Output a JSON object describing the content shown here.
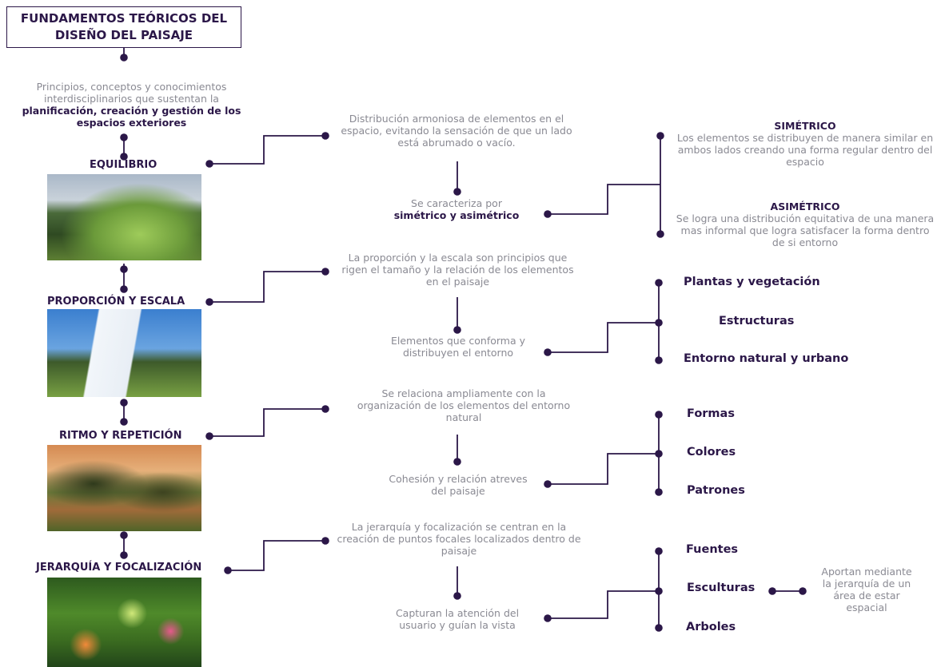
{
  "title": "FUNDAMENTOS TEÓRICOS DEL DISEÑO DEL PAISAJE",
  "intro": {
    "plain": "Principios, conceptos y conocimientos interdisciplinarios que sustentan la",
    "bold": "planificación, creación y gestión de los espacios exteriores"
  },
  "sections": [
    {
      "label": "EQUILIBRIO",
      "description": "Distribución armoniosa de elementos en el espacio, evitando la sensación de que un lado está abrumado o vacío.",
      "sub_plain": "Se caracteriza por",
      "sub_bold": "simétrico y asimétrico",
      "leaves": [
        {
          "title": "SIMÉTRICO",
          "text": "Los elementos se distribuyen de manera similar en ambos lados creando una forma regular dentro del espacio"
        },
        {
          "title": "ASIMÉTRICO",
          "text": "Se logra una distribución equitativa de una manera mas informal que logra satisfacer la forma dentro de si entorno"
        }
      ]
    },
    {
      "label": "PROPORCIÓN Y ESCALA",
      "description": "La proporción y la escala son principios que rigen el tamaño y la relación de los elementos en el paisaje",
      "sub_plain": "Elementos que conforma y distribuyen el entorno",
      "leaves": [
        "Plantas y vegetación",
        "Estructuras",
        "Entorno natural y urbano"
      ]
    },
    {
      "label": "RITMO Y REPETICIÓN",
      "description": "Se relaciona ampliamente con la organización de los elementos del entorno natural",
      "sub_plain": "Cohesión y relación atreves del paisaje",
      "leaves": [
        "Formas",
        "Colores",
        "Patrones"
      ]
    },
    {
      "label": "JERARQUÍA Y FOCALIZACIÓN",
      "description": "La jerarquía y focalización se centran en la creación de puntos focales localizados dentro de paisaje",
      "sub_plain": "Capturan la atención del usuario y guían la vista",
      "leaves": [
        "Fuentes",
        "Esculturas",
        "Arboles"
      ],
      "extra_note": "Aportan mediante la jerarquía de un área de estar espacial"
    }
  ],
  "colors": {
    "line": "#2b1748",
    "text": "#8a8a93",
    "accent": "#2b1748"
  }
}
